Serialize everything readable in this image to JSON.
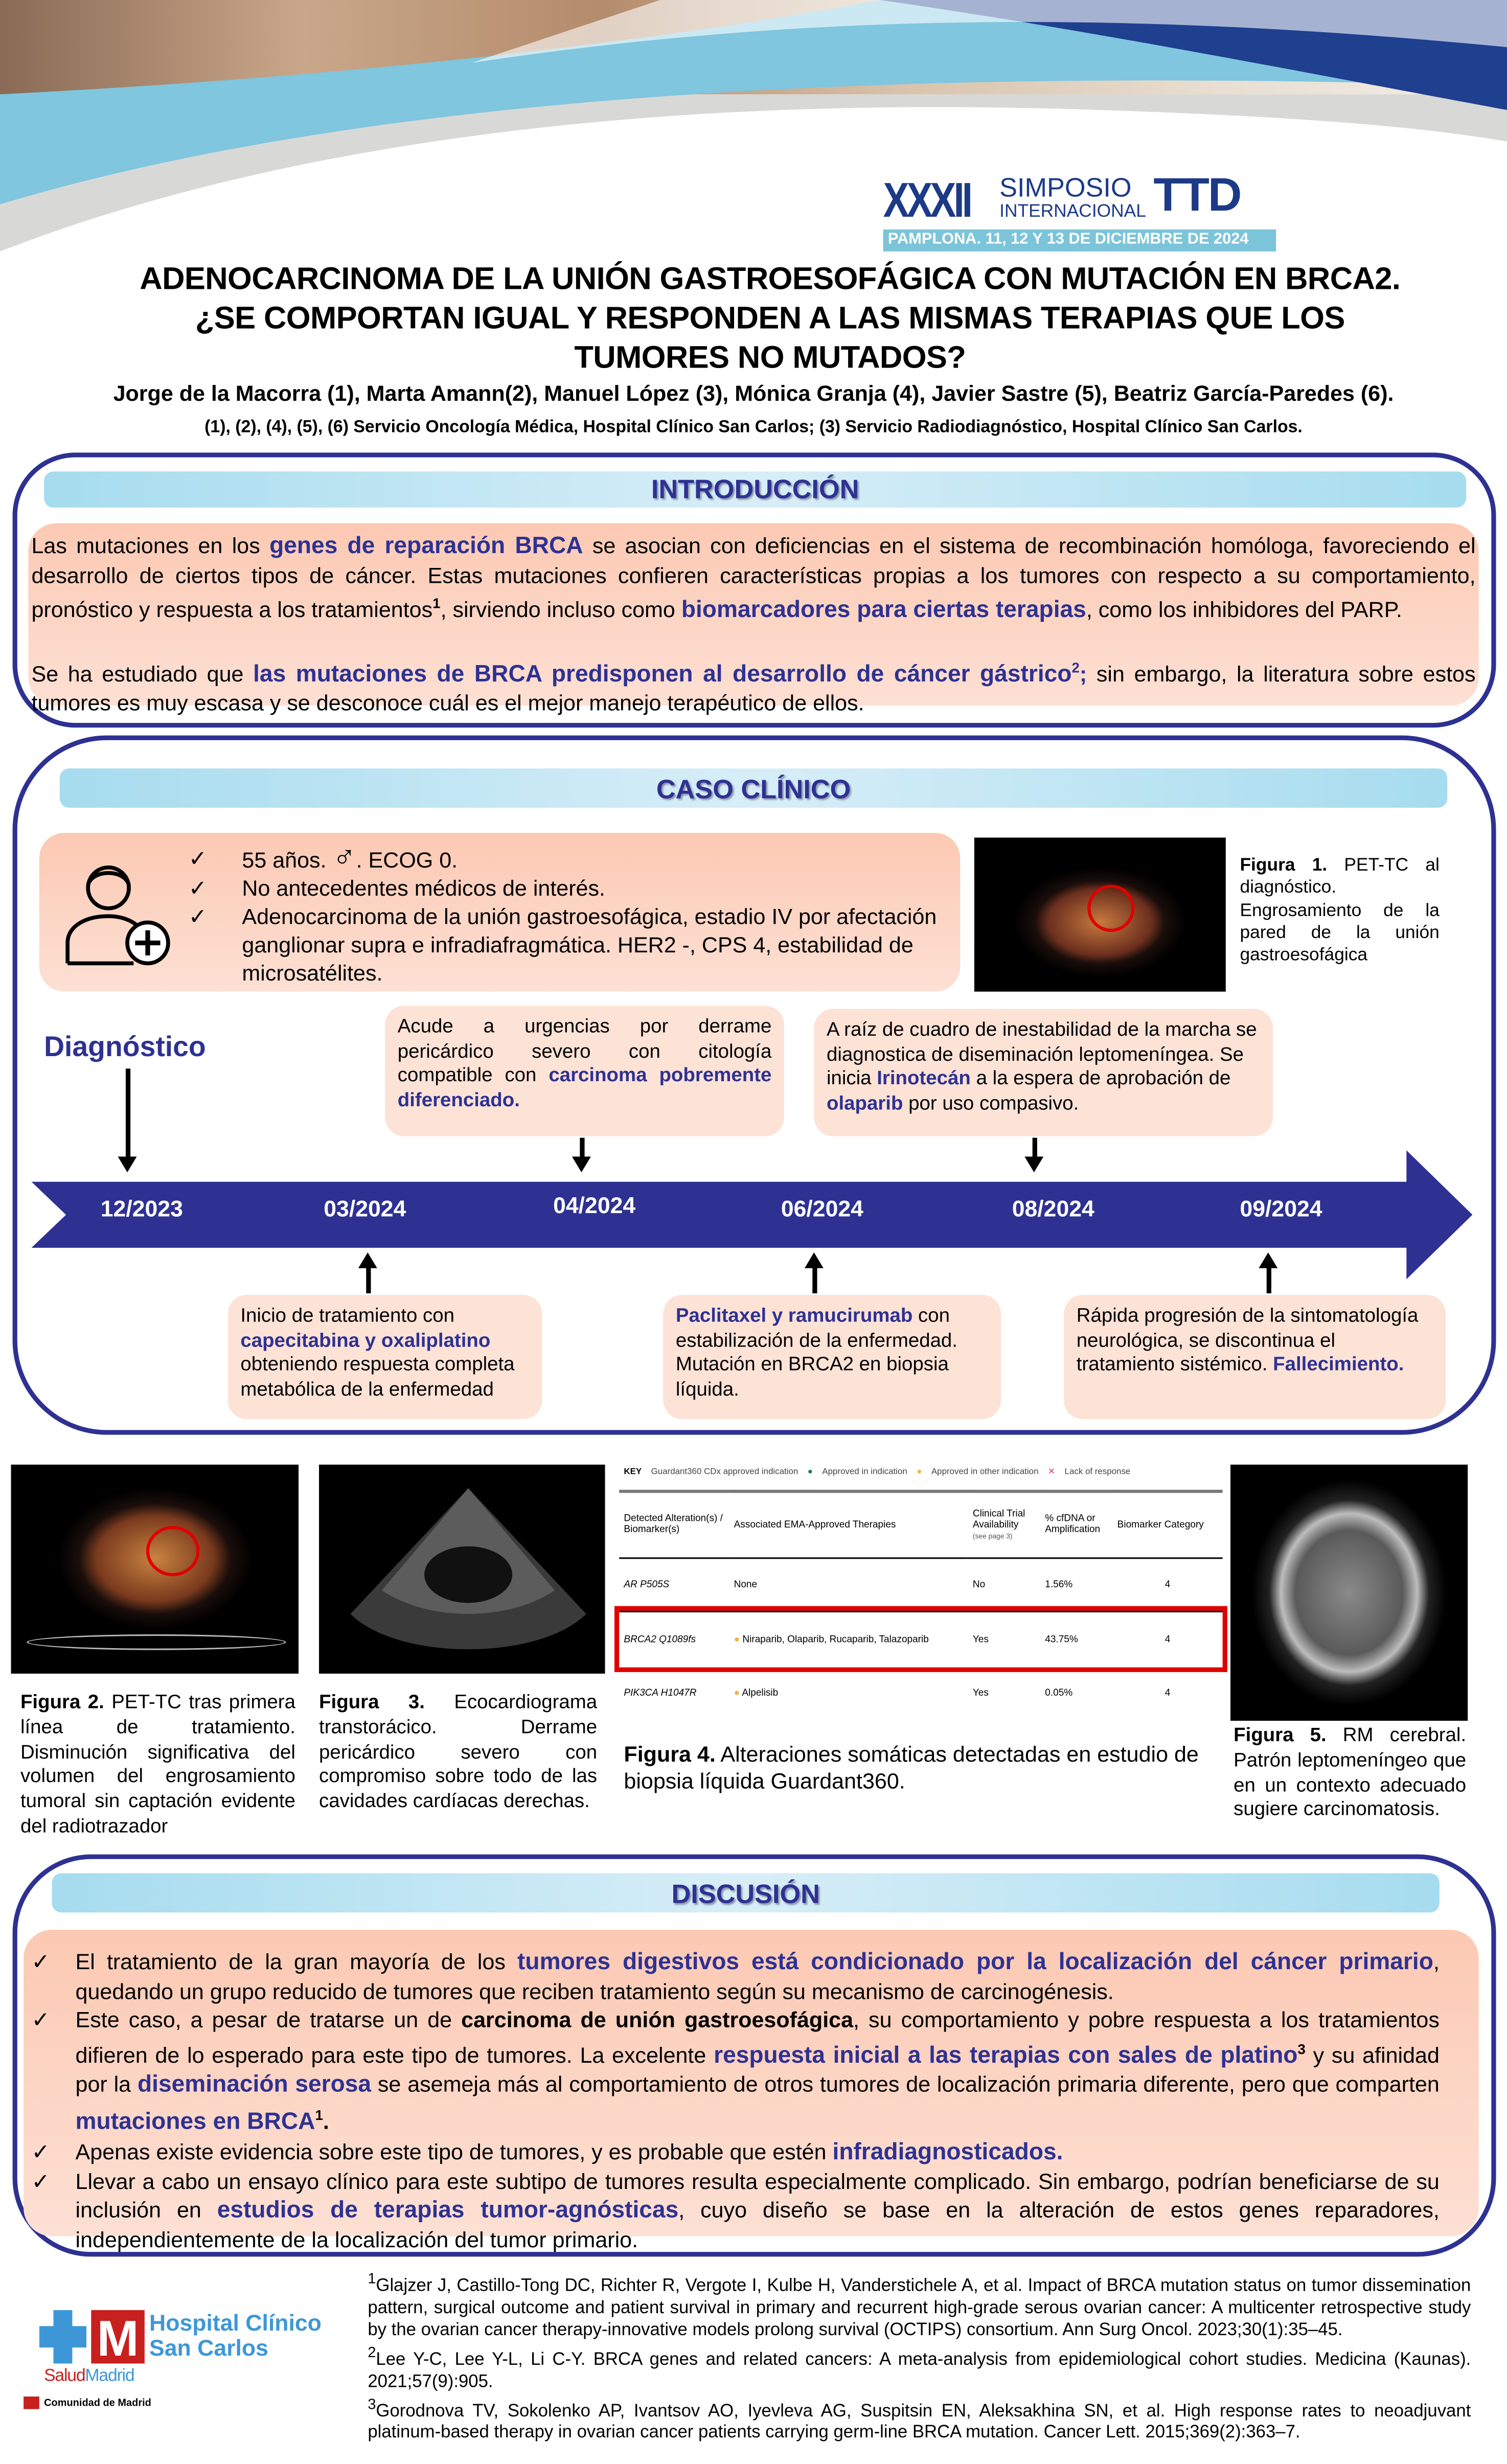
{
  "header": {
    "logo": {
      "numeral": "XXXII",
      "line1": "SIMPOSIO",
      "line2": "INTERNACIONAL",
      "mark": "TTD",
      "banner": "PAMPLONA. 11, 12 Y 13 DE DICIEMBRE DE 2024"
    },
    "title_lines": [
      "ADENOCARCINOMA DE LA UNIÓN GASTROESOFÁGICA CON MUTACIÓN EN BRCA2.",
      "¿SE COMPORTAN IGUAL Y RESPONDEN A LAS MISMAS TERAPIAS QUE LOS",
      "TUMORES NO MUTADOS?"
    ],
    "authors": "Jorge de la Macorra (1), Marta Amann(2), Manuel López (3), Mónica Granja (4), Javier Sastre (5), Beatriz García-Paredes (6).",
    "affiliations": "(1), (2), (4), (5), (6) Servicio Oncología Médica, Hospital Clínico San Carlos; (3) Servicio Radiodiagnóstico, Hospital Clínico San Carlos."
  },
  "intro": {
    "heading": "INTRODUCCIÓN",
    "p1": [
      "Las mutaciones en los ",
      "genes de reparación BRCA",
      " se asocian con deficiencias en el sistema de recombinación homóloga, favoreciendo el desarrollo de ciertos tipos de cáncer. Estas mutaciones confieren características propias a los tumores con respecto a su comportamiento, pronóstico y respuesta a los tratamientos",
      "1",
      ", sirviendo incluso como ",
      "biomarcadores para ciertas terapias",
      ", como los inhibidores del PARP."
    ],
    "p2": [
      "Se ha estudiado que ",
      "las mutaciones de BRCA predisponen al desarrollo de cáncer gástrico",
      "2",
      ";",
      " sin embargo, la literatura sobre estos tumores es muy escasa y se desconoce cuál es el mejor manejo terapéutico de ellos."
    ]
  },
  "case": {
    "heading": "CASO CLÍNICO",
    "patient": [
      "55 años. ",
      "♂",
      ". ECOG 0.",
      "No antecedentes médicos de interés.",
      "Adenocarcinoma de la unión gastroesofágica, estadio IV por afectación ganglionar supra e infradiafragmática. HER2 -, CPS 4, estabilidad de microsatélites."
    ],
    "fig1_caption": [
      "Figura 1.",
      " PET-TC al diagnóstico. Engrosamiento de la pared de la unión gastroesofágica"
    ],
    "diagnosis_label": "Diagnóstico",
    "dates": [
      "12/2023",
      "03/2024",
      "04/2024",
      "06/2024",
      "08/2024",
      "09/2024"
    ],
    "callout_04": [
      "Acude a urgencias por derrame pericárdico severo con citología compatible con ",
      "carcinoma pobremente diferenciado."
    ],
    "callout_08": [
      "A raíz de cuadro de inestabilidad de la marcha se diagnostica de diseminación leptomeníngea. Se inicia ",
      "Irinotecán",
      " a la espera de aprobación de ",
      "olaparib",
      " por uso compasivo."
    ],
    "callout_03": [
      "Inicio de tratamiento con ",
      "capecitabina y oxaliplatino",
      " obteniendo respuesta completa metabólica de la enfermedad"
    ],
    "callout_06": [
      "Paclitaxel y ramucirumab",
      " con estabilización de la enfermedad. Mutación en BRCA2 en biopsia líquida."
    ],
    "callout_09": [
      "Rápida progresión de la sintomatología neurológica, se discontinua el tratamiento sistémico. ",
      "Fallecimiento."
    ]
  },
  "figures": {
    "fig2": [
      "Figura 2.",
      " PET-TC tras primera línea de tratamiento. Disminución significativa del volumen del engrosamiento tumoral sin captación evidente del radiotrazador"
    ],
    "fig3": [
      "Figura 3.",
      " Ecocardiograma transtorácico. Derrame pericárdico severo con compromiso sobre todo de las cavidades cardíacas derechas."
    ],
    "fig4": [
      "Figura 4.",
      " Alteraciones somáticas detectadas en estudio de biopsia líquida Guardant360."
    ],
    "fig5": [
      "Figura 5.",
      " RM cerebral. Patrón leptomeníngeo que en un contexto adecuado sugiere carcinomatosis."
    ],
    "guardant": {
      "key": [
        "KEY",
        "Guardant360 CDx approved indication",
        "Approved in indication",
        "Approved in other indication",
        "Lack of response"
      ],
      "headers": [
        "Detected Alteration(s) / Biomarker(s)",
        "Associated EMA-Approved Therapies",
        "Clinical Trial Availability",
        "(see page 3)",
        "% cfDNA or Amplification",
        "Biomarker Category"
      ],
      "rows": [
        [
          "AR P505S",
          "None",
          "No",
          "1.56%",
          "4"
        ],
        [
          "BRCA2 Q1089fs",
          "Niraparib, Olaparib, Rucaparib, Talazoparib",
          "Yes",
          "43.75%",
          "4"
        ],
        [
          "PIK3CA H1047R",
          "Alpelisib",
          "Yes",
          "0.05%",
          "4"
        ]
      ]
    }
  },
  "discussion": {
    "heading": "DISCUSIÓN",
    "b1": [
      "El tratamiento de la gran mayoría de los ",
      "tumores digestivos está condicionado por la localización del cáncer primario",
      ", quedando un grupo reducido de tumores que reciben tratamiento según su mecanismo de carcinogénesis."
    ],
    "b2": [
      "Este caso, a pesar de tratarse un de ",
      "carcinoma de unión gastroesofágica",
      ", su comportamiento y pobre respuesta a los tratamientos difieren de lo esperado para este tipo de tumores. La excelente ",
      "respuesta inicial a las terapias con sales de platino",
      "3",
      " y su afinidad por la ",
      "diseminación serosa",
      " se asemeja más al comportamiento de otros tumores de localización primaria diferente, pero que comparten ",
      "mutaciones en BRCA",
      "1",
      "."
    ],
    "b3": [
      "Apenas existe evidencia sobre este tipo de tumores, y es probable que estén ",
      "infradiagnosticados."
    ],
    "b4": [
      "Llevar a cabo un ensayo clínico para este subtipo de tumores resulta especialmente complicado. Sin embargo, podrían beneficiarse de su inclusión en ",
      "estudios de terapias tumor-agnósticas",
      ", cuyo diseño se base en la alteración de estos genes reparadores, independientemente de la localización del tumor primario."
    ]
  },
  "footer": {
    "logo": {
      "name_line1": "Hospital Clínico",
      "name_line2": "San Carlos",
      "salud": "Salud",
      "madrid": "Madrid",
      "comunidad": "Comunidad de Madrid"
    },
    "references": [
      {
        "n": "1",
        "text": "Glajzer J, Castillo-Tong DC, Richter R, Vergote I, Kulbe H, Vanderstichele A, et al. Impact of BRCA mutation status on tumor dissemination pattern, surgical outcome and patient survival in primary and recurrent high-grade serous ovarian cancer: A multicenter retrospective study by the ovarian cancer therapy-innovative models prolong survival (OCTIPS) consortium. Ann Surg Oncol. 2023;30(1):35–45."
      },
      {
        "n": "2",
        "text": "Lee Y-C, Lee Y-L, Li C-Y. BRCA genes and related cancers: A meta-analysis from epidemiological cohort studies. Medicina (Kaunas). 2021;57(9):905."
      },
      {
        "n": "3",
        "text": "Gorodnova TV, Sokolenko AP, Ivantsov AO, Iyevleva AG, Suspitsin EN, Aleksakhina SN, et al. High response rates to neoadjuvant platinum-based therapy in ovarian cancer patients carrying germ-line BRCA mutation. Cancer Lett. 2015;369(2):363–7."
      }
    ]
  },
  "colors": {
    "navy": "#2e3192",
    "lightblue": "#a6dcef",
    "peach": "#fcc9b3",
    "red": "#e00000"
  }
}
